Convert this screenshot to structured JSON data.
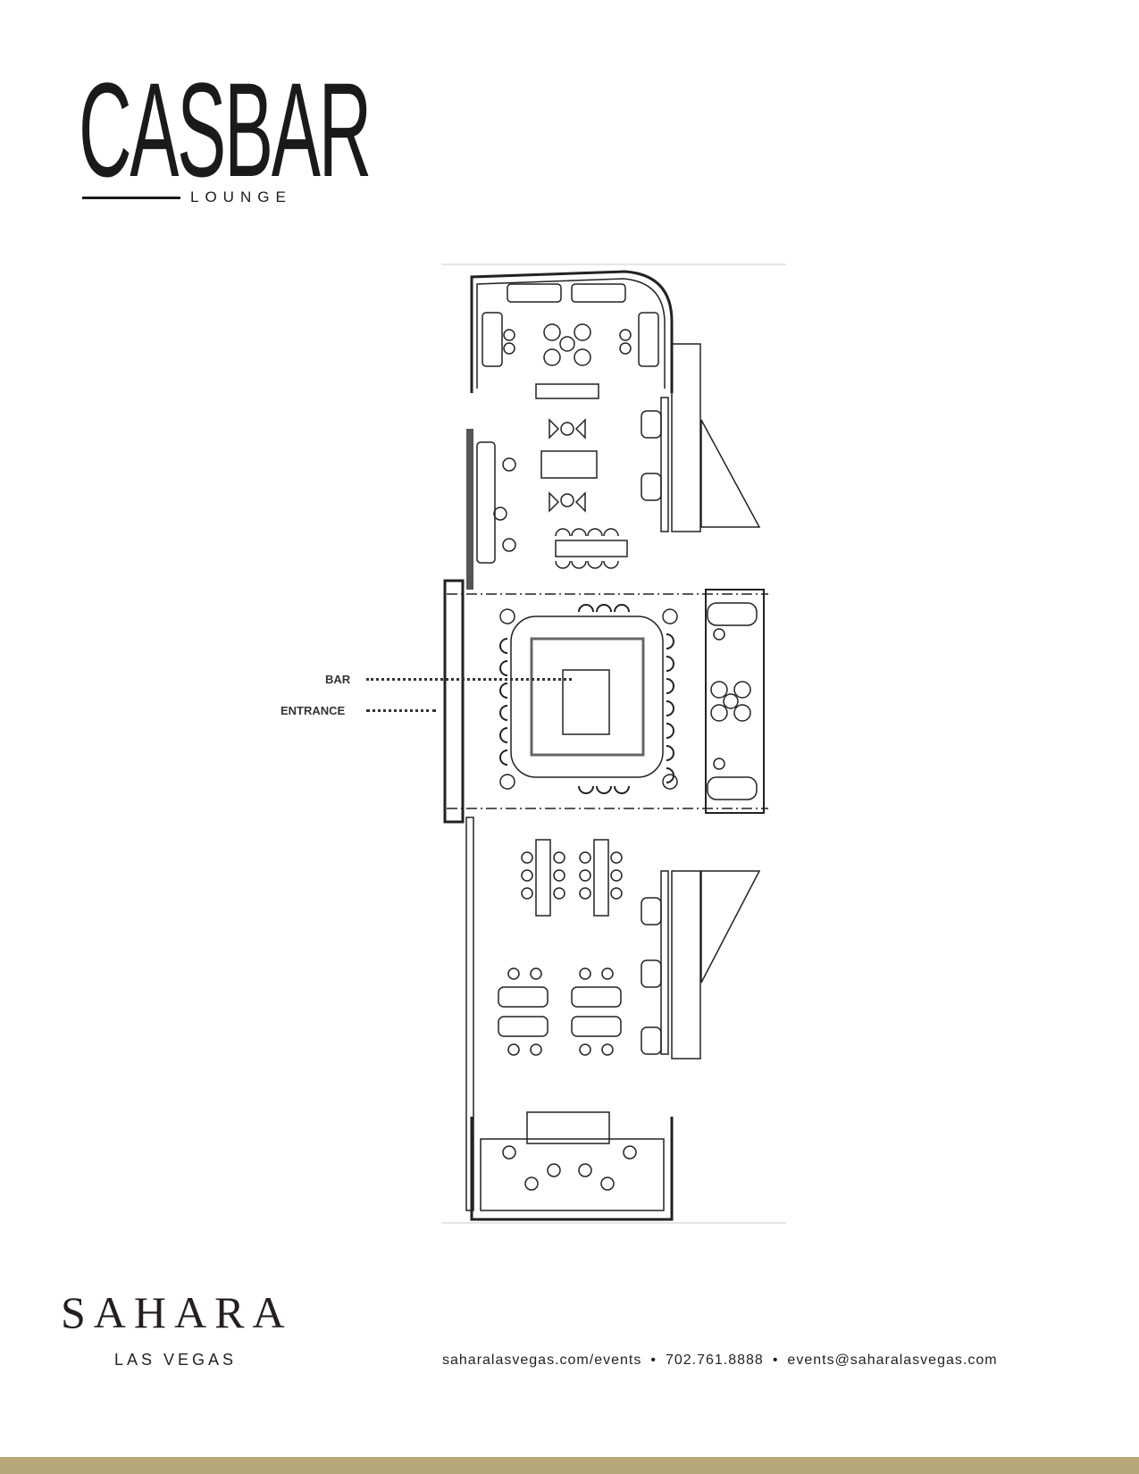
{
  "logo": {
    "title": "CASBAR",
    "subtitle": "LOUNGE"
  },
  "floor_plan": {
    "callouts": [
      {
        "label": "BAR"
      },
      {
        "label": "ENTRANCE"
      }
    ]
  },
  "footer": {
    "brand": "SAHARA",
    "brand_sub": "LAS VEGAS",
    "website": "saharalasvegas.com/events",
    "phone": "702.761.8888",
    "email": "events@saharalasvegas.com",
    "separator": "•"
  },
  "colors": {
    "gold_bar": "#b5a778",
    "text": "#231f20"
  }
}
